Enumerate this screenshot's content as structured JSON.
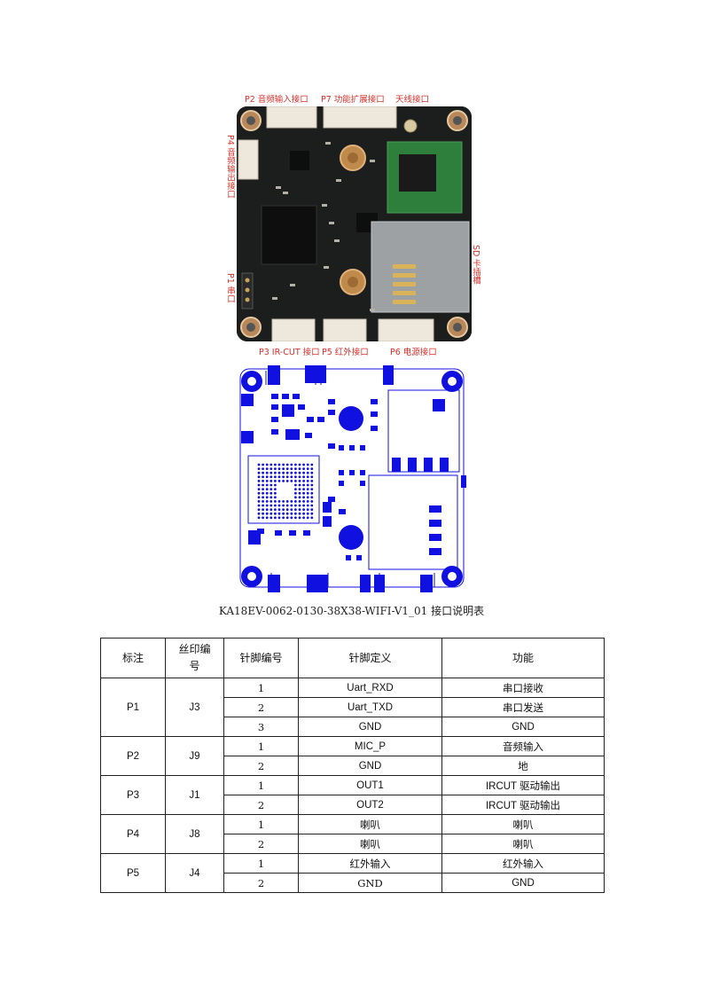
{
  "photo_labels": {
    "p2": "P2 音频输入接口",
    "p7": "P7 功能扩展接口",
    "antenna": "天线接口",
    "p4": "P4 音频输出接口",
    "sd": "SD 卡插槽",
    "p1": "P1 串口",
    "p3": "P3 IR-CUT 接口",
    "p5": "P5 红外接口",
    "p6": "P6 电源接口"
  },
  "caption": "KA18EV-0062-0130-38X38-WIFI-V1_01 接口说明表",
  "table": {
    "headers": [
      "标注",
      "丝印编号",
      "针脚编号",
      "针脚定义",
      "功能"
    ],
    "groups": [
      {
        "mark": "P1",
        "silk": "J3",
        "rows": [
          {
            "pin": "1",
            "def": "Uart_RXD",
            "func": "串口接收"
          },
          {
            "pin": "2",
            "def": "Uart_TXD",
            "func": "串口发送"
          },
          {
            "pin": "3",
            "def": "GND",
            "func": "GND"
          }
        ]
      },
      {
        "mark": "P2",
        "silk": "J9",
        "rows": [
          {
            "pin": "1",
            "def": "MIC_P",
            "func": "音频输入"
          },
          {
            "pin": "2",
            "def": "GND",
            "func": "地"
          }
        ]
      },
      {
        "mark": "P3",
        "silk": "J1",
        "rows": [
          {
            "pin": "1",
            "def": "OUT1",
            "func": "IRCUT 驱动输出"
          },
          {
            "pin": "2",
            "def": "OUT2",
            "func": "IRCUT 驱动输出"
          }
        ]
      },
      {
        "mark": "P4",
        "silk": "J8",
        "rows": [
          {
            "pin": "1",
            "def": "喇叭",
            "func": "喇叭"
          },
          {
            "pin": "2",
            "def": "喇叭",
            "func": "喇叭"
          }
        ]
      },
      {
        "mark": "P5",
        "silk": "J4",
        "rows": [
          {
            "pin": "1",
            "def": "红外输入",
            "func": "红外输入"
          },
          {
            "pin": "2",
            "def": "GND",
            "func": "GND"
          }
        ]
      }
    ]
  },
  "colors": {
    "label_red": "#d6302a",
    "pcb_blue": "#1010e0",
    "board_dark": "#1e1f1f"
  }
}
